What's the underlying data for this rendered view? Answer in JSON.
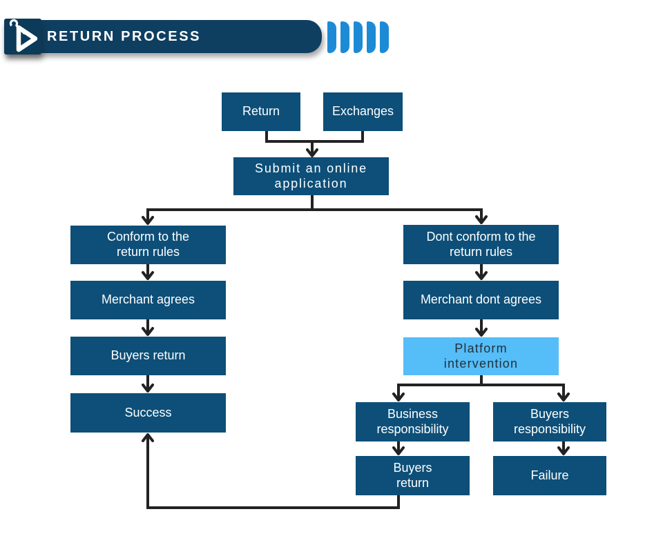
{
  "header": {
    "title": "RETURN PROCESS",
    "logo_icon": "wrench-play-logo-icon",
    "chevron_count": 5,
    "colors": {
      "bar": "#0e3f61",
      "logo_chip": "#0c3a59",
      "chevron": "#1d8ad6",
      "title_text": "#ffffff"
    }
  },
  "flowchart": {
    "colors": {
      "node_bg": "#0d4f78",
      "node_text": "#ffffff",
      "highlight_bg": "#55bdf8",
      "highlight_text": "#22313c",
      "connector": "#222222"
    },
    "nodes": {
      "return": {
        "label": "Return"
      },
      "exchanges": {
        "label": "Exchanges"
      },
      "submit_application": {
        "label": "Submit an online\napplication"
      },
      "conform_rules": {
        "label": "Conform to the\nreturn rules"
      },
      "merchant_agrees": {
        "label": "Merchant agrees"
      },
      "buyers_return": {
        "label": "Buyers return"
      },
      "success": {
        "label": "Success"
      },
      "dont_conform_rules": {
        "label": "Dont conform to the\nreturn rules"
      },
      "merchant_dont_agrees": {
        "label": "Merchant dont agrees"
      },
      "platform_intervention": {
        "label": "Platform\nintervention"
      },
      "business_responsibility": {
        "label": "Business\nresponsibility"
      },
      "buyers_responsibility": {
        "label": "Buyers\nresponsibility"
      },
      "buyers_return_2": {
        "label": "Buyers\nreturn"
      },
      "failure": {
        "label": "Failure"
      }
    }
  }
}
